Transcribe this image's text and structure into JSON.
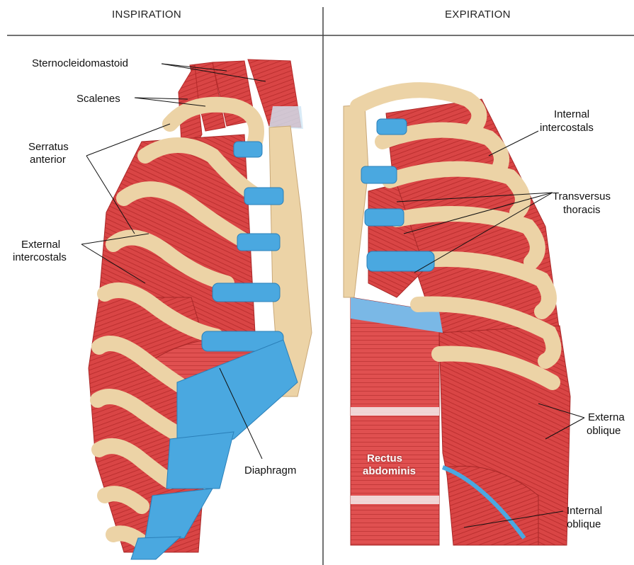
{
  "headers": {
    "inspiration": "INSPIRATION",
    "expiration": "EXPIRATION"
  },
  "inspiration_labels": {
    "sternocleidomastoid": "Sternocleidomastoid",
    "scalenes": "Scalenes",
    "serratus_line1": "Serratus",
    "serratus_line2": "anterior",
    "external_intercostals_line1": "External",
    "external_intercostals_line2": "intercostals",
    "diaphragm": "Diaphragm"
  },
  "expiration_labels": {
    "internal_intercostals_line1": "Internal",
    "internal_intercostals_line2": "intercostals",
    "transversus_line1": "Transversus",
    "transversus_line2": "thoracis",
    "external_oblique_line1": "Externa",
    "external_oblique_line2": "oblique",
    "rectus_line1": "Rectus",
    "rectus_line2": "abdominis",
    "internal_oblique_line1": "Internal",
    "internal_oblique_line2": "oblique"
  },
  "colors": {
    "muscle": "#d94545",
    "muscle_dark": "#b52a2a",
    "bone": "#ecd3a6",
    "bone_edge": "#c9a878",
    "cartilage": "#4aa8e0",
    "divider": "#444444"
  }
}
